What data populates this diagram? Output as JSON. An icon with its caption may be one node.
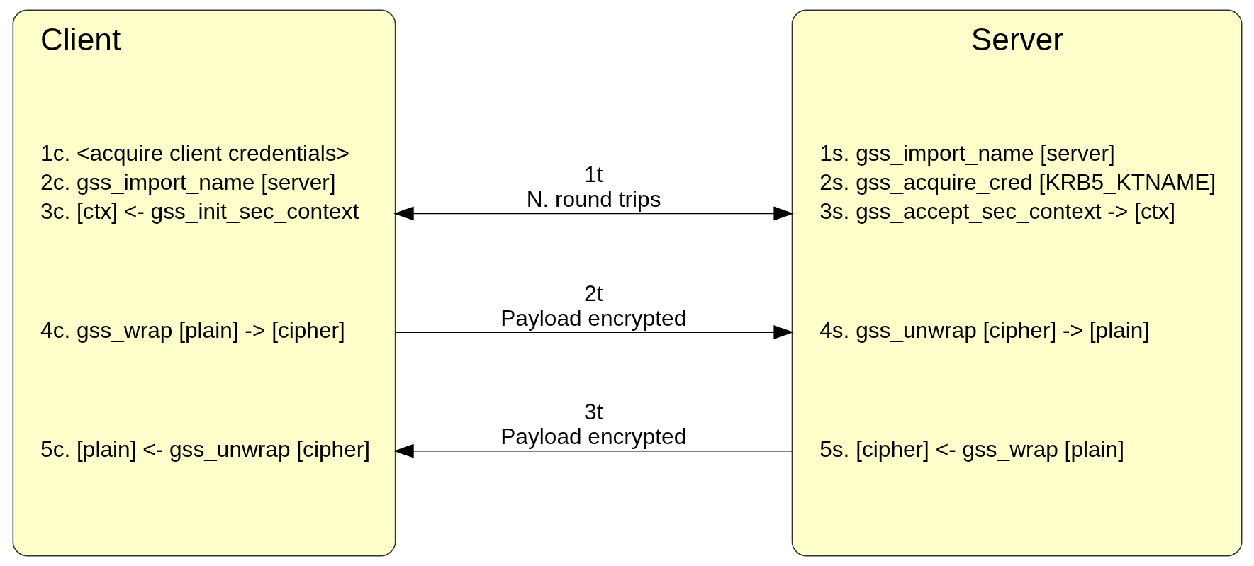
{
  "diagram": {
    "nodes": [
      {
        "text": [
          "Client",
          "1c. <acquire client credentials>",
          "2c. gss_import_name [server]",
          "3c. [ctx] <- gss_init_sec_context",
          "4c. gss_wrap [plain] -> [cipher]",
          "5c. [plain] <- gss_unwrap [cipher]"
        ]
      },
      {
        "text": [
          "Server",
          "1s. gss_import_name [server]",
          "2s. gss_acquire_cred [KRB5_KTNAME]",
          "3s. gss_accept_sec_context -> [ctx]",
          "4s. gss_unwrap [cipher] -> [plain]",
          "5s. [cipher] <- gss_wrap [plain]"
        ]
      }
    ],
    "edges": [
      {
        "from": 0,
        "to": 1,
        "arrow": "both",
        "label": "1t N. round trips"
      },
      {
        "from": 0,
        "to": 1,
        "arrow": "to",
        "label": "2t Payload encrypted"
      },
      {
        "from": 1,
        "to": 0,
        "arrow": "to",
        "label": "3t Payload encrypted"
      }
    ]
  }
}
